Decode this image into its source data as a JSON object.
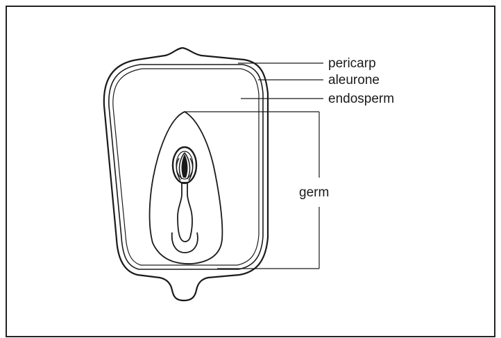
{
  "labels": {
    "pericarp": "pericarp",
    "aleurone": "aleurone",
    "endosperm": "endosperm",
    "germ": "germ"
  }
}
